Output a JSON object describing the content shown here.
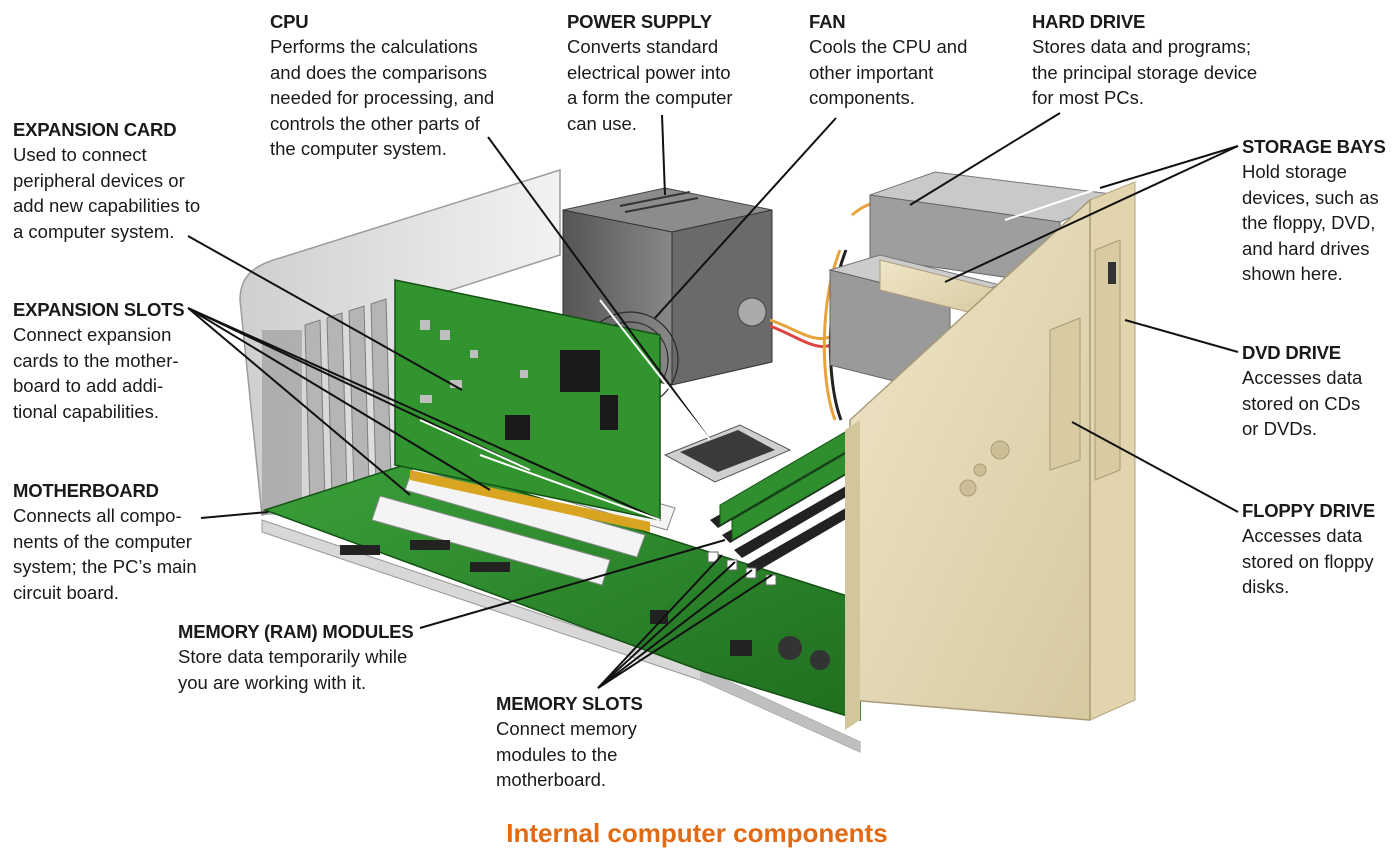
{
  "caption": "Internal computer components",
  "colors": {
    "caption": "#e06b14",
    "board_green": "#2e8b2e",
    "case_beige": "#e8dcb8",
    "metal_gray": "#9a9a9a",
    "text": "#1a1a1a"
  },
  "labels": {
    "cpu": {
      "title": "CPU",
      "desc": "Performs the calculations\nand does the comparisons\nneeded for processing, and\ncontrols the other parts of\nthe computer system."
    },
    "power_supply": {
      "title": "POWER SUPPLY",
      "desc": "Converts standard\nelectrical power into\na form the computer\ncan use."
    },
    "fan": {
      "title": "FAN",
      "desc": "Cools the CPU and\nother important\ncomponents."
    },
    "hard_drive": {
      "title": "HARD DRIVE",
      "desc": "Stores data and programs;\nthe principal storage device\nfor most PCs."
    },
    "expansion_card": {
      "title": "EXPANSION CARD",
      "desc": "Used to connect\nperipheral devices or\nadd new capabilities to\na computer system."
    },
    "storage_bays": {
      "title": "STORAGE BAYS",
      "desc": "Hold storage\ndevices, such as\nthe floppy, DVD,\nand hard drives\nshown here."
    },
    "expansion_slots": {
      "title": "EXPANSION SLOTS",
      "desc": "Connect expansion\ncards to the mother-\nboard to add addi-\ntional capabilities."
    },
    "dvd_drive": {
      "title": "DVD DRIVE",
      "desc": "Accesses data\nstored on CDs\nor DVDs."
    },
    "motherboard": {
      "title": "MOTHERBOARD",
      "desc": "Connects all compo-\nnents of the computer\nsystem; the PC’s main\ncircuit board."
    },
    "floppy_drive": {
      "title": "FLOPPY DRIVE",
      "desc": "Accesses data\nstored on floppy\ndisks."
    },
    "memory_modules": {
      "title": "MEMORY (RAM) MODULES",
      "desc": "Store data temporarily while\nyou are working with it."
    },
    "memory_slots": {
      "title": "MEMORY SLOTS",
      "desc": "Connect memory\nmodules to the\nmotherboard."
    }
  }
}
